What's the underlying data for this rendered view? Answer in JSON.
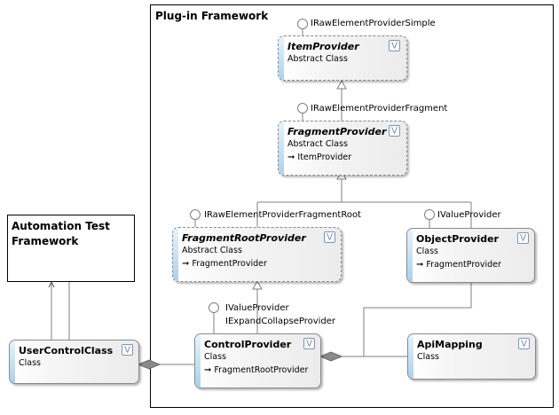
{
  "frameworks": {
    "plugin": "Plug-in Framework",
    "automation_line1": "Automation Test",
    "automation_line2": "Framework"
  },
  "classes": {
    "item_provider": {
      "name": "ItemProvider",
      "kind": "Abstract Class"
    },
    "fragment_provider": {
      "name": "FragmentProvider",
      "kind": "Abstract Class",
      "base": "ItemProvider"
    },
    "fragment_root_provider": {
      "name": "FragmentRootProvider",
      "kind": "Abstract Class",
      "base": "FragmentProvider"
    },
    "object_provider": {
      "name": "ObjectProvider",
      "kind": "Class",
      "base": "FragmentProvider"
    },
    "control_provider": {
      "name": "ControlProvider",
      "kind": "Class",
      "base": "FragmentRootProvider"
    },
    "api_mapping": {
      "name": "ApiMapping",
      "kind": "Class"
    },
    "user_control_class": {
      "name": "UserControlClass",
      "kind": "Class"
    }
  },
  "interfaces": {
    "simple": "IRawElementProviderSimple",
    "fragment": "IRawElementProviderFragment",
    "fragment_root": "IRawElementProviderFragmentRoot",
    "value_object": "IValueProvider",
    "value_control": "IValueProvider",
    "expand_collapse": "IExpandCollapseProvider"
  },
  "icons": {
    "expand": "double-chevron-down-icon",
    "base_arrow": "inheritance-arrow-icon"
  }
}
